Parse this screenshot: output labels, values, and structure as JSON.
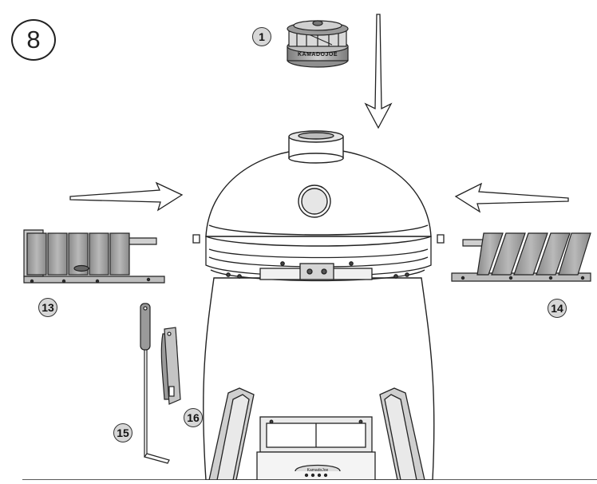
{
  "step": {
    "number": "8"
  },
  "callouts": {
    "chimney_cap": "1",
    "left_shelf": "13",
    "right_shelf": "14",
    "ash_tool": "15",
    "grate_gripper": "16"
  },
  "branding": {
    "cap_text": "KAMADOJOE",
    "base_badge": "KamadoJoe"
  },
  "colors": {
    "line": "#222222",
    "light_fill": "#ffffff",
    "part_fill": "#9e9e9e",
    "badge_fill": "#d7d7d7"
  }
}
